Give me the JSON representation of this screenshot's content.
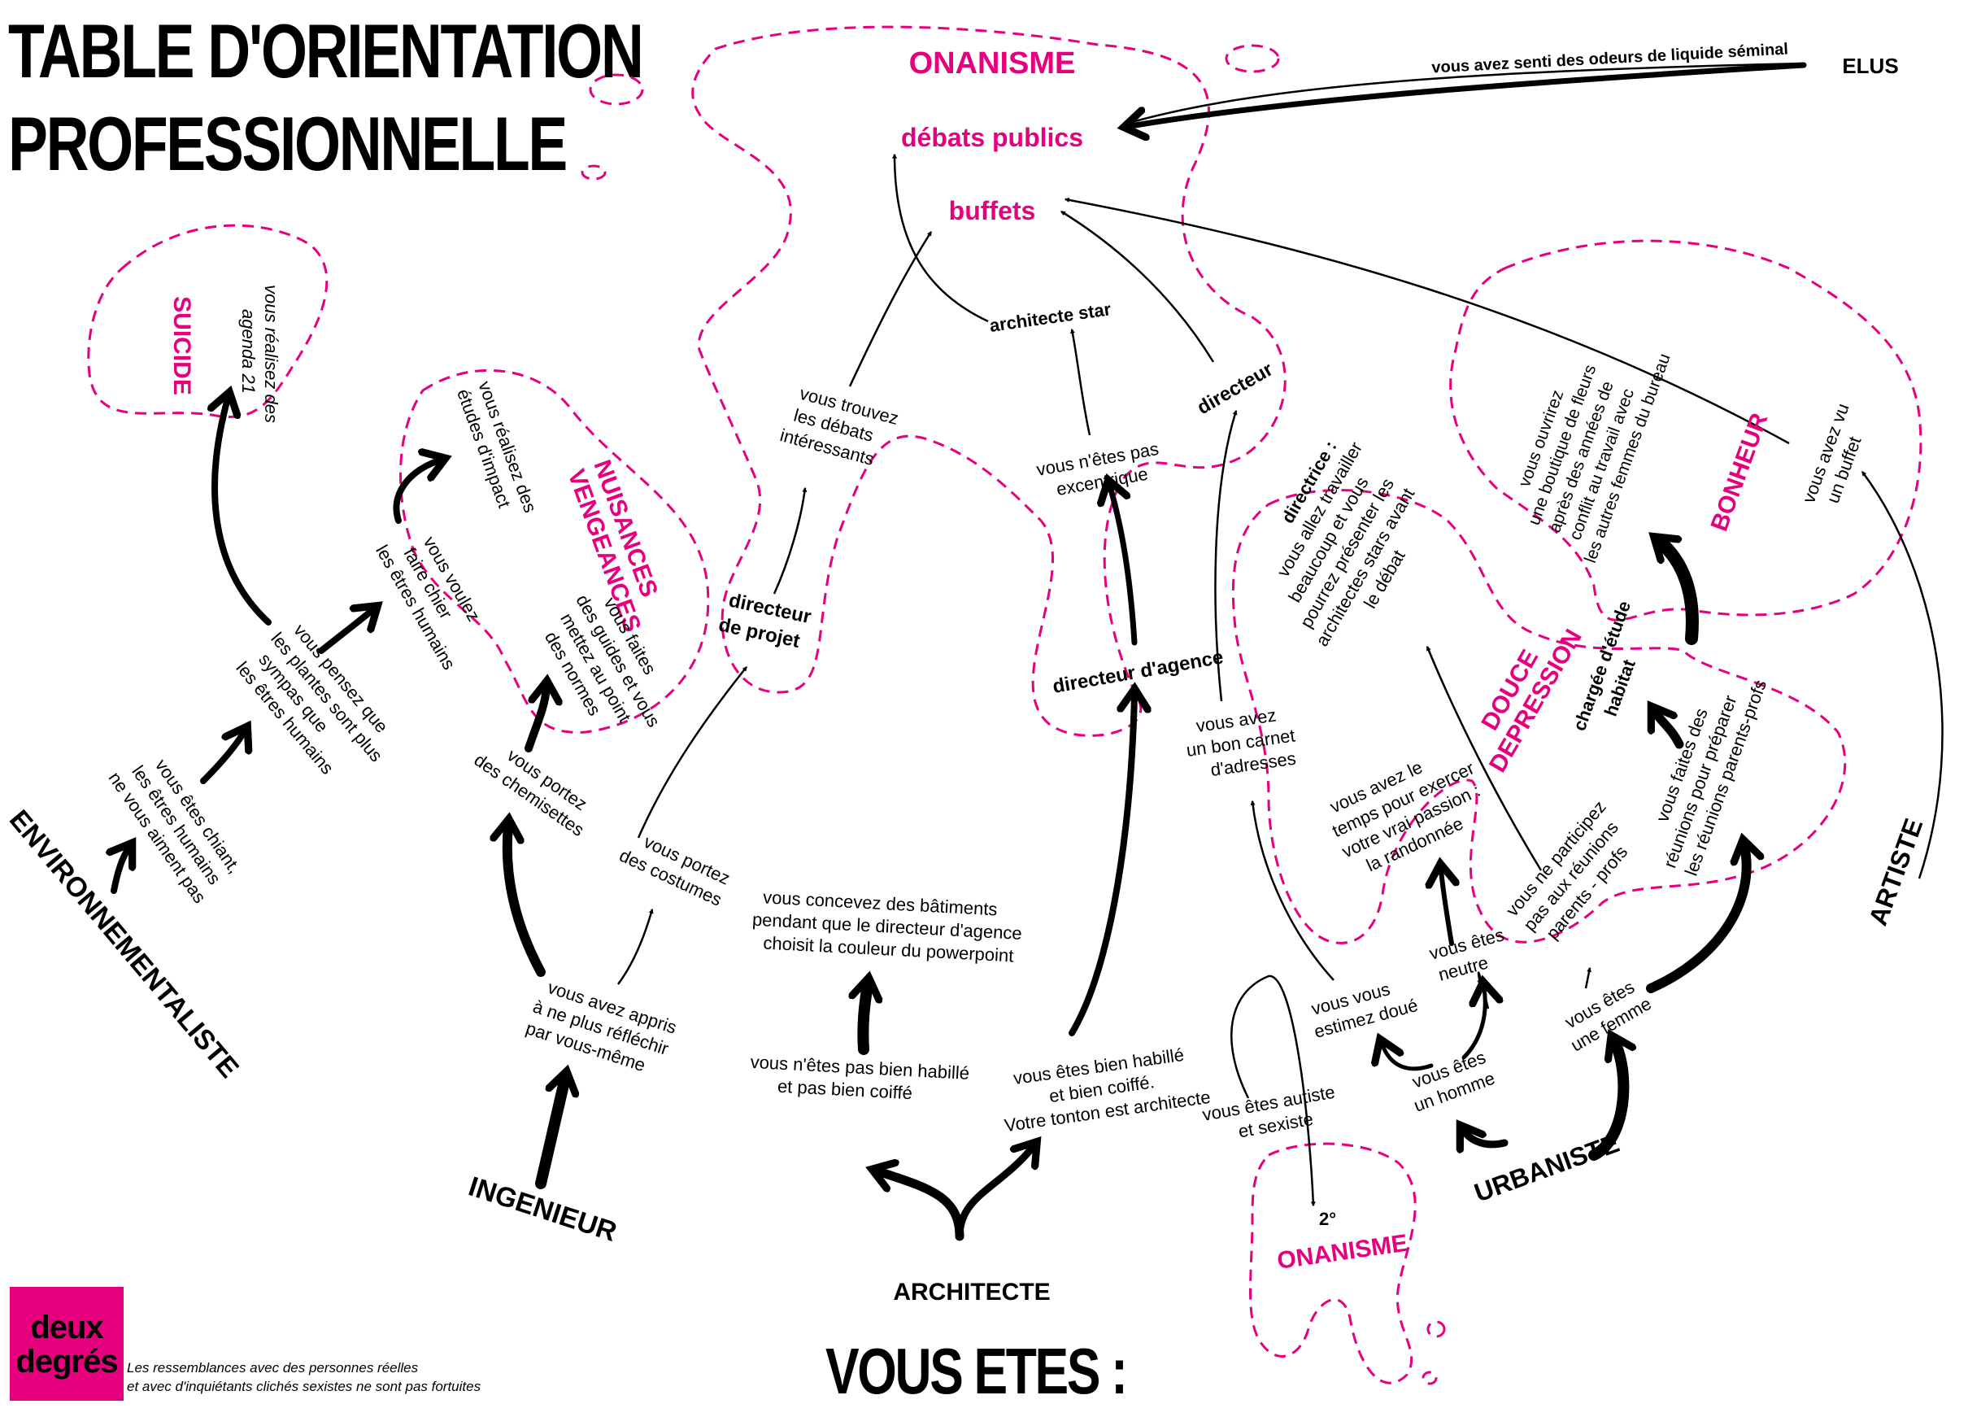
{
  "title": {
    "line1": "TABLE D'ORIENTATION",
    "line2": "PROFESSIONNELLE"
  },
  "heading": "VOUS ETES :",
  "logo": {
    "line1": "deux",
    "line2": "degrés",
    "color": "#e6007e"
  },
  "footer_note": {
    "line1": "Les ressemblances avec des personnes réelles",
    "line2": "et avec d'inquiétants clichés sexistes ne sont pas fortuites"
  },
  "colors": {
    "accent": "#e6007e",
    "ink": "#000000",
    "background": "#ffffff"
  },
  "nodes": {
    "onanisme": "ONANISME",
    "debats_publics": "débats publics",
    "buffets": "buffets",
    "elus": "ELUS",
    "odeurs": "vous avez senti des odeurs de liquide séminal",
    "suicide": "SUICIDE",
    "agenda21": [
      "vous réalisez des",
      "agenda 21"
    ],
    "nuisances": [
      "NUISANCES",
      "VENGEANCES"
    ],
    "etudes_impact": [
      "vous réalisez des",
      "études d'impact"
    ],
    "guides": [
      "vous faites",
      "des guides et vous",
      "mettez au point",
      "des normes"
    ],
    "vous_voulez": [
      "vous voulez",
      "faire chier",
      "les êtres humains"
    ],
    "plantes": [
      "vous pensez que",
      "les plantes sont plus",
      "sympas que",
      "les êtres humains"
    ],
    "chiant": [
      "vous êtes chiant,",
      "les êtres humains",
      "ne vous aiment pas"
    ],
    "environnementaliste": "ENVIRONNEMENTALISTE",
    "chemisettes": [
      "vous portez",
      "des chemisettes"
    ],
    "costumes": [
      "vous portez",
      "des costumes"
    ],
    "appris": [
      "vous avez appris",
      "à ne plus réfléchir",
      "par vous-même"
    ],
    "ingenieur": "INGENIEUR",
    "trouvez": [
      "vous trouvez",
      "les débats",
      "intéressants"
    ],
    "directeur_projet": [
      "directeur",
      "de projet"
    ],
    "archi_star": "architecte star",
    "pas_excentrique": [
      "vous n'êtes pas",
      "excentrique"
    ],
    "directeur_agence": "directeur d'agence",
    "directeur": "directeur",
    "concevez": [
      "vous concevez des bâtiments",
      "pendant que le directeur d'agence",
      "choisit la couleur du powerpoint"
    ],
    "pas_habille": [
      "vous n'êtes pas bien habillé",
      "et pas bien coiffé"
    ],
    "bien_habille": [
      "vous êtes bien habillé",
      "et bien coiffé.",
      "Votre tonton est architecte"
    ],
    "architecte": "ARCHITECTE",
    "carnet": [
      "vous avez",
      "un bon carnet",
      "d'adresses"
    ],
    "estimez": [
      "vous vous",
      "estimez doué"
    ],
    "autiste": [
      "vous êtes autiste",
      "et sexiste"
    ],
    "deuxieme": "2°",
    "onanisme2": "ONANISME",
    "directrice": [
      "directrice :",
      "vous allez travailler",
      "beaucoup et vous",
      "pourrez présenter les",
      "architectes stars avant",
      "le débat"
    ],
    "douce": [
      "DOUCE",
      "DEPRESSION"
    ],
    "randonnee": [
      "vous avez le",
      "temps pour exercer",
      "votre vrai passion :",
      "la randonnée"
    ],
    "neutre": [
      "vous êtes",
      "neutre"
    ],
    "homme": [
      "vous êtes",
      "un homme"
    ],
    "participez": [
      "vous ne participez",
      "pas aux réunions",
      "parents - profs"
    ],
    "femme": [
      "vous êtes",
      "une femme"
    ],
    "urbaniste": "URBANISTE",
    "chargee": [
      "chargée d'étude",
      "habitat"
    ],
    "reunions": [
      "vous faites des",
      "réunions pour préparer",
      "les réunions parents-profs"
    ],
    "boutique": [
      "vous ouvrirez",
      "une boutique de fleurs",
      "après des années de",
      "conflit au travail avec",
      "les autres femmes du bureau"
    ],
    "bonheur": "BONHEUR",
    "vu_buffet": [
      "vous avez vu",
      "un buffet"
    ],
    "artiste": "ARTISTE"
  }
}
